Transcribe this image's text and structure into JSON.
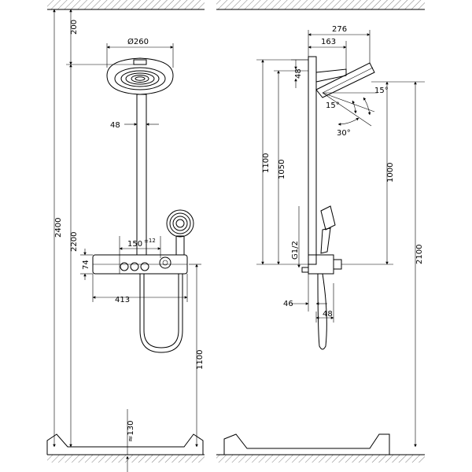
{
  "left_view": {
    "dims": {
      "ceiling_gap": "200",
      "overall_height": "2400",
      "head_height": "2200",
      "head_diameter": "Ø260",
      "arm_width": "48",
      "thermostat_center": "150",
      "thermostat_tolerance": "±12",
      "thermostat_height": "74",
      "thermostat_width": "413",
      "hose_height": "1100",
      "drain_approx": "≈130"
    }
  },
  "right_view": {
    "dims": {
      "head_projection": "276",
      "arm_projection": "163",
      "head_thickness": "48",
      "tilt_angle_a": "15°",
      "tilt_angle_b": "15°",
      "tilt_angle_c": "30°",
      "column_1100": "1100",
      "column_1050": "1050",
      "head_to_mixer": "1000",
      "connection": "G1/2",
      "total_height": "2100",
      "wall_offset": "46",
      "handle_depth": "48"
    }
  }
}
